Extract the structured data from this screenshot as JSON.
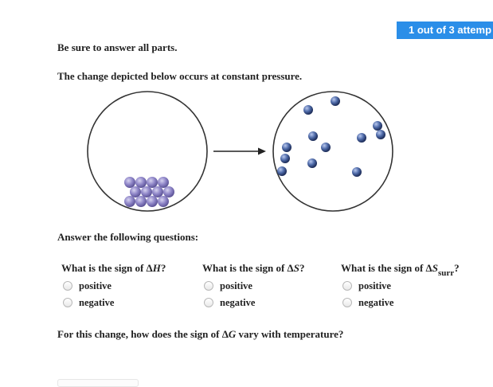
{
  "header": {
    "attempts_badge": "1 out of 3 attemp"
  },
  "instructions": {
    "answer_all_parts": "Be sure to answer all parts.",
    "change_description": "The change depicted below occurs at constant pressure."
  },
  "answer_heading": "Answer the following questions:",
  "questions": [
    {
      "prefix": "What is the sign of Δ",
      "symbol": "H",
      "subscript": "",
      "suffix": "?",
      "options": [
        "positive",
        "negative"
      ]
    },
    {
      "prefix": "What is the sign of Δ",
      "symbol": "S",
      "subscript": "",
      "suffix": "?",
      "options": [
        "positive",
        "negative"
      ]
    },
    {
      "prefix": "What is the sign of Δ",
      "symbol": "S",
      "subscript": "surr",
      "suffix": "?",
      "options": [
        "positive",
        "negative"
      ]
    }
  ],
  "final_question": {
    "prefix": "For this change, how does the sign of Δ",
    "symbol": "G",
    "suffix": " vary with temperature?"
  },
  "colors": {
    "accent": "#2b8ee8",
    "solid_particle": "#8f86c8",
    "gas_particle": "#4e6aa8",
    "radio_border": "#b8b8b8"
  },
  "icons": {
    "arrow": "right-arrow-icon",
    "radio": "radio-icon"
  }
}
